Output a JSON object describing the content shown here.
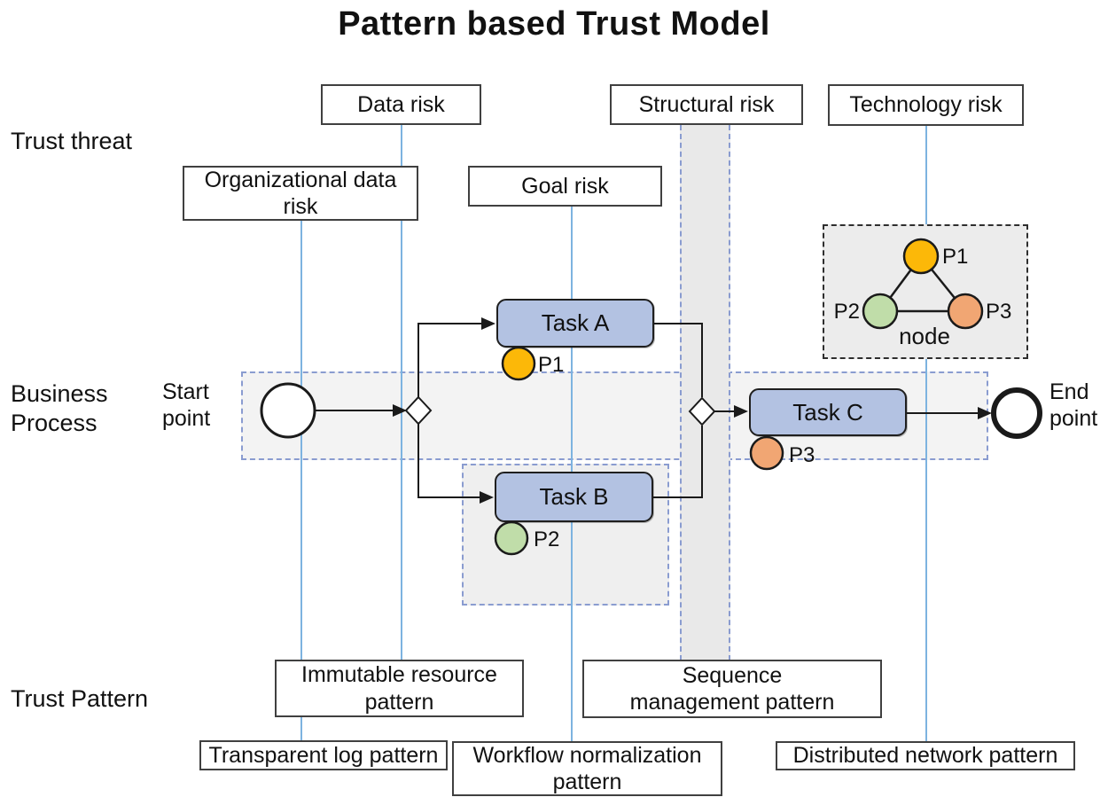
{
  "title": "Pattern based Trust Model",
  "row_labels": {
    "trust_threat": "Trust threat",
    "business_process": "Business Process",
    "trust_pattern": "Trust Pattern"
  },
  "threats": {
    "data_risk": "Data risk",
    "organizational_data_risk": "Organizational data risk",
    "goal_risk": "Goal risk",
    "structural_risk": "Structural risk",
    "technology_risk": "Technology risk"
  },
  "process": {
    "start_label": "Start point",
    "end_label": "End point",
    "task_a": "Task A",
    "task_b": "Task B",
    "task_c": "Task C",
    "p1": "P1",
    "p2": "P2",
    "p3": "P3"
  },
  "node_group": {
    "p1": "P1",
    "p2": "P2",
    "p3": "P3",
    "caption": "node"
  },
  "patterns": {
    "immutable_resource": "Immutable resource pattern",
    "sequence_management": "Sequence management pattern",
    "transparent_log": "Transparent log pattern",
    "workflow_normalization": "Workflow normalization pattern",
    "distributed_network": "Distributed network pattern"
  },
  "colors": {
    "task_fill": "#b3c2e2",
    "p1": "#fcb808",
    "p2": "#c0dda9",
    "p3": "#f1a673",
    "connector_blue": "#7db3e0",
    "dashed_border": "#8a9cd0",
    "band_fill": "#e9e9e9",
    "region_fill": "#f3f3f3",
    "node_box_fill": "#ececec",
    "box_border": "#404040"
  }
}
